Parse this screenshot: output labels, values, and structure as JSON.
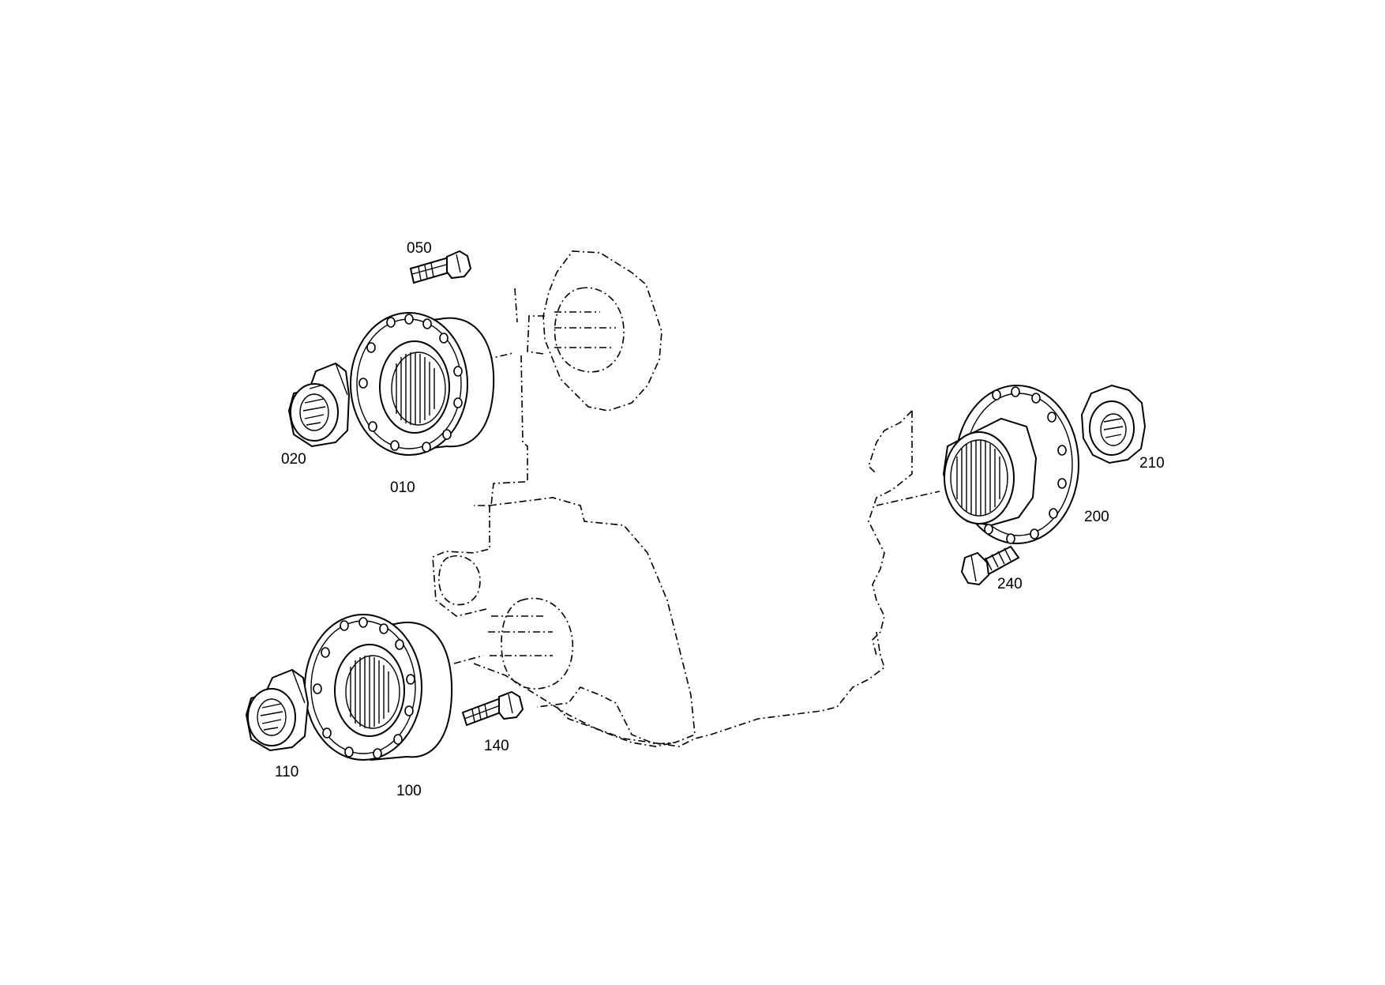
{
  "diagram": {
    "callouts": {
      "c050": "050",
      "c020": "020",
      "c010": "010",
      "c210": "210",
      "c200": "200",
      "c240": "240",
      "c110": "110",
      "c100": "100",
      "c140": "140"
    },
    "parts": [
      {
        "id": "050",
        "kind": "hex-bolt"
      },
      {
        "id": "020",
        "kind": "hex-nut"
      },
      {
        "id": "010",
        "kind": "output-flange"
      },
      {
        "id": "210",
        "kind": "hex-nut"
      },
      {
        "id": "200",
        "kind": "output-flange"
      },
      {
        "id": "240",
        "kind": "hex-bolt"
      },
      {
        "id": "110",
        "kind": "hex-nut"
      },
      {
        "id": "100",
        "kind": "output-flange"
      },
      {
        "id": "140",
        "kind": "hex-bolt"
      }
    ],
    "colors": {
      "ink": "#000000",
      "paper": "#ffffff"
    }
  }
}
